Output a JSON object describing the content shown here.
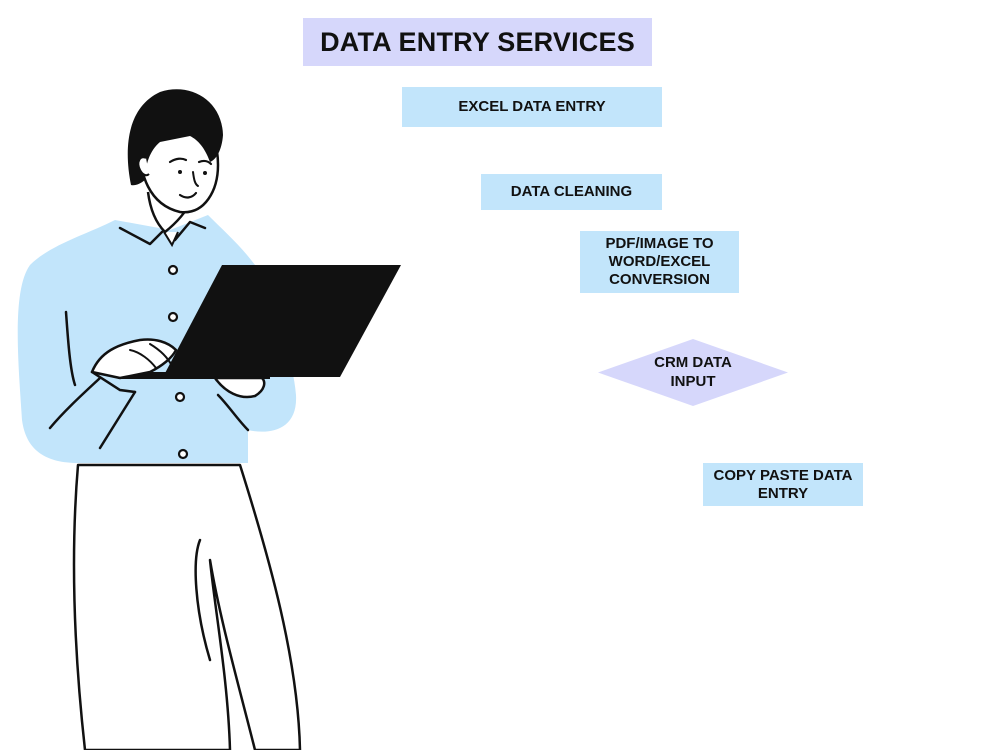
{
  "title": "DATA ENTRY SERVICES",
  "services": {
    "excel": "EXCEL DATA ENTRY",
    "cleaning": "DATA CLEANING",
    "pdf": "PDF/IMAGE TO WORD/EXCEL CONVERSION",
    "crm": "CRM DATA INPUT",
    "copy_paste": "COPY PASTE DATA ENTRY"
  },
  "colors": {
    "title_bg": "#d6d7fb",
    "box_bg": "#c2e5fb",
    "diamond_bg": "#d6d7fb",
    "shirt": "#c2e5fb",
    "ink": "#111111"
  },
  "illustration": {
    "subject": "man-holding-laptop"
  }
}
